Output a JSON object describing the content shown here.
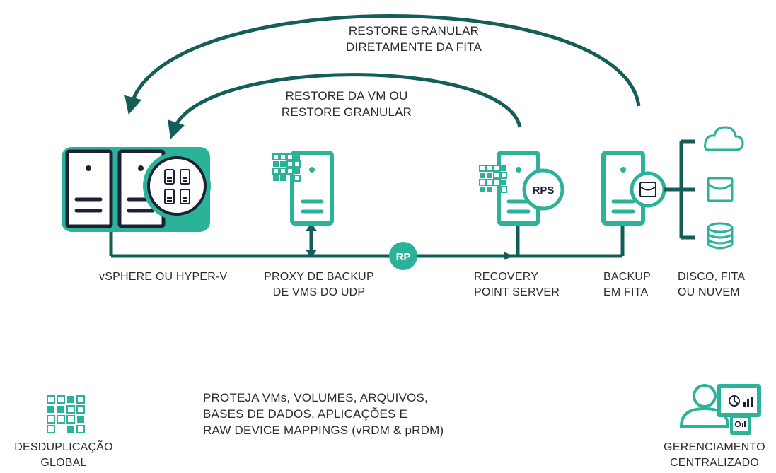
{
  "colors": {
    "teal": "#2bb39a",
    "dark_teal": "#145e58",
    "navy": "#1e2035",
    "tile": "#cfe9e4",
    "text": "#2b2b2b"
  },
  "arrows": {
    "outer": {
      "line1": "RESTORE GRANULAR",
      "line2": "DIRETAMENTE DA FITA"
    },
    "inner": {
      "line1": "RESTORE DA VM OU",
      "line2": "RESTORE GRANULAR"
    }
  },
  "nodes": {
    "hypervisor": {
      "label_line1": "vSPHERE OU HYPER-V",
      "label_line2": ""
    },
    "proxy": {
      "label_line1": "PROXY DE BACKUP",
      "label_line2": "DE VMS DO UDP"
    },
    "rps": {
      "label_line1": "RECOVERY",
      "label_line2": "POINT SERVER",
      "badge": "RPS"
    },
    "tape": {
      "label_line1": "BACKUP",
      "label_line2": "EM FITA"
    },
    "storage": {
      "label_line1": "DISCO, FITA",
      "label_line2": "OU NUVEM"
    }
  },
  "bus_badge": "RP",
  "icons": {
    "hypervisor": "twin-server-icon",
    "vm_grid": "vm-grid-icon",
    "dedup": "dedup-grid-icon",
    "server": "server-icon",
    "tape": "tape-icon",
    "cloud": "cloud-icon",
    "disk": "disk-icon",
    "management": "user-dashboard-icon"
  },
  "footer": {
    "dedup": {
      "line1": "DESDUPLICAÇÃO",
      "line2": "GLOBAL"
    },
    "protect": {
      "line1": "PROTEJA VMs, VOLUMES, ARQUIVOS,",
      "line2": "BASES DE DADOS, APLICAÇÕES E",
      "line3": "RAW DEVICE MAPPINGS (vRDM & pRDM)"
    },
    "management": {
      "line1": "GERENCIAMENTO",
      "line2": "CENTRALIZADO"
    }
  }
}
